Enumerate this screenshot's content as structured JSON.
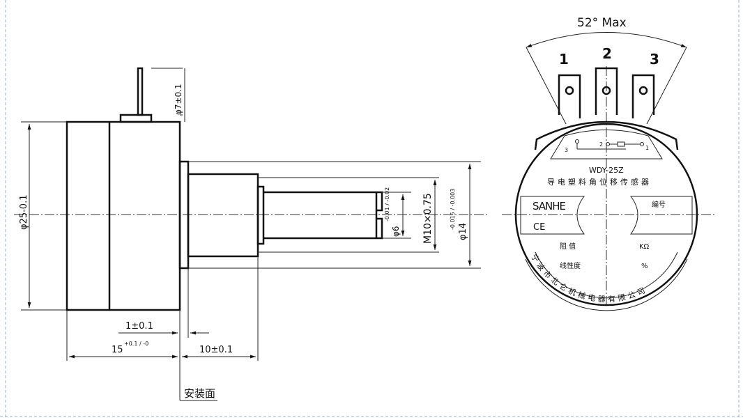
{
  "side_view": {
    "dim_pin": "φ7±0.1",
    "dim_body": "φ25-0.1",
    "dim_shaft": "φ6",
    "dim_shaft_tol": "-0.01 / -0.02",
    "dim_thread": "M10×0.75",
    "dim_flange": "φ14",
    "dim_flange_tol": "-0.015 / -0.003",
    "dim_flange_thickness": "1±0.1",
    "dim_body_length": "15",
    "dim_body_length_tol": "+0.1 / -0",
    "dim_shaft_length": "10±0.1",
    "mounting_face": "安装面"
  },
  "front_view": {
    "angle": "52° Max",
    "terminals": [
      "1",
      "2",
      "3"
    ],
    "schematic_labels": [
      "3",
      "2",
      "1"
    ],
    "model": "WDY-25Z",
    "product_name": "导电塑料角位移传感器",
    "brand": "SANHE",
    "ce_mark": "CE",
    "serial_label": "编号",
    "resistance_label": "阻 值",
    "resistance_unit": "KΩ",
    "linearity_label": "线性度",
    "linearity_unit": "%",
    "company": "宁波市北仑机械电器有限公司"
  },
  "colors": {
    "line": "#111111",
    "border": "#9ab0c8"
  }
}
